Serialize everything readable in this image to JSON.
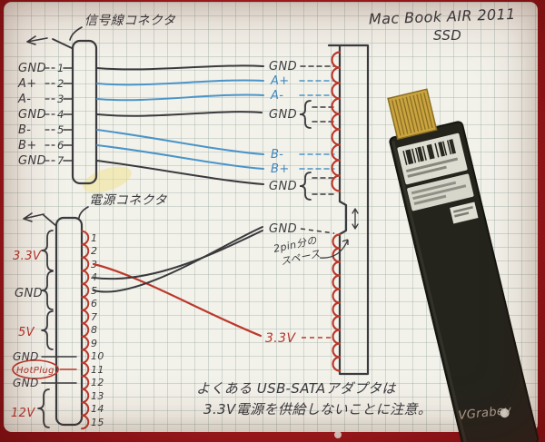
{
  "title": {
    "line1": "Mac Book AIR 2011",
    "line2": "SSD"
  },
  "signal_connector": {
    "label": "信号線コネクタ",
    "pins": [
      {
        "num": "1",
        "label": "GND"
      },
      {
        "num": "2",
        "label": "A+"
      },
      {
        "num": "3",
        "label": "A-"
      },
      {
        "num": "4",
        "label": "GND"
      },
      {
        "num": "5",
        "label": "B-"
      },
      {
        "num": "6",
        "label": "B+"
      },
      {
        "num": "7",
        "label": "GND"
      }
    ]
  },
  "power_connector": {
    "label": "電源コネクタ",
    "pin_numbers": [
      "1",
      "2",
      "3",
      "4",
      "5",
      "6",
      "7",
      "8",
      "9",
      "10",
      "11",
      "12",
      "13",
      "14",
      "15"
    ],
    "rails": {
      "v33": "3.3V",
      "gnd_a": "GND",
      "v5": "5V",
      "gnd_b": "GND",
      "hotplug": "HotPlug",
      "gnd_c": "GND",
      "v12": "12V"
    }
  },
  "ssd_connector": {
    "signal_labels": [
      "GND",
      "A+",
      "A-",
      "GND",
      "B-",
      "B+",
      "GND"
    ],
    "power_gnd_label": "GND",
    "gap_note_line1": "2pin分の",
    "gap_note_line2": "スペース",
    "power_33_label": "3.3V"
  },
  "note": {
    "line1": "よくある USB-SATAアダプタは",
    "line2": "3.3V電源を供給しないことに注意。"
  },
  "watermark": "VGrabey",
  "colors": {
    "ink": "#3a3a3e",
    "blue_wire": "#4a94c8",
    "red_ink": "#b5352b",
    "paper": "#f3f2ea",
    "background_red": "#a81b20",
    "gold": "#c9a43f"
  }
}
